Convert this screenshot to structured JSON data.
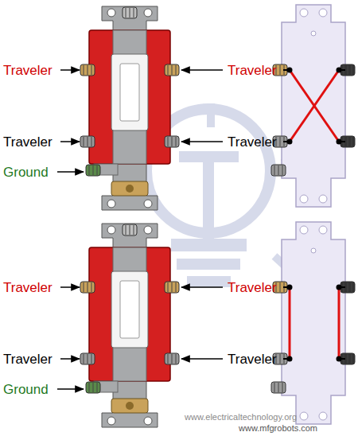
{
  "diagram": {
    "labels": [
      "Traveler",
      "Traveler",
      "Traveler",
      "Traveler",
      "Ground",
      "Traveler",
      "Traveler",
      "Traveler",
      "Traveler",
      "Ground",
      "www.electricaltechnology.org",
      "www.mfgrobots.com"
    ]
  }
}
